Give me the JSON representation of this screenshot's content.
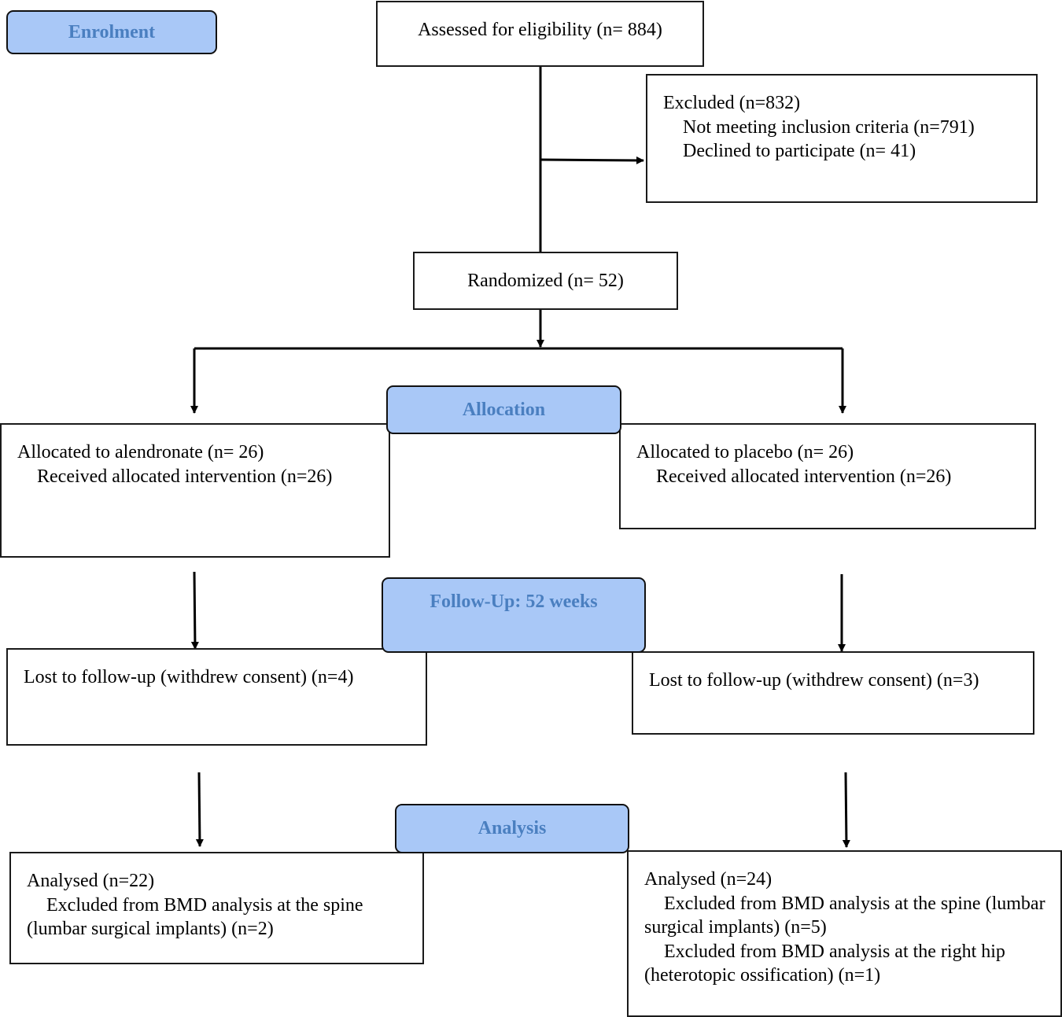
{
  "stages": {
    "enrolment": "Enrolment",
    "allocation": "Allocation",
    "followup": "Follow-Up: 52 weeks",
    "analysis": "Analysis"
  },
  "bullet_glyph": "",
  "assessed": {
    "text": "Assessed for eligibility (n= 884)"
  },
  "excluded": {
    "title": "Excluded (n=832)",
    "items": [
      "Not meeting inclusion criteria (n=791)",
      "Declined to participate (n= 41)"
    ]
  },
  "randomized": {
    "text": "Randomized (n= 52)"
  },
  "alloc_left": {
    "title": "Allocated to alendronate (n= 26)",
    "items": [
      "Received allocated intervention (n=26)"
    ]
  },
  "alloc_right": {
    "title": "Allocated to placebo (n= 26)",
    "items": [
      "Received allocated intervention (n=26)"
    ]
  },
  "follow_left": {
    "text": "Lost to follow-up (withdrew consent) (n=4)"
  },
  "follow_right": {
    "text": "Lost to follow-up (withdrew consent) (n=3)"
  },
  "analysis_left": {
    "title": "Analysed (n=22)",
    "items": [
      "Excluded from BMD analysis at the spine (lumbar surgical implants) (n=2)"
    ]
  },
  "analysis_right": {
    "title": "Analysed (n=24)",
    "items": [
      "Excluded from BMD analysis at the spine (lumbar surgical implants) (n=5)",
      "Excluded from BMD analysis at the right hip (heterotopic ossification) (n=1)"
    ]
  }
}
